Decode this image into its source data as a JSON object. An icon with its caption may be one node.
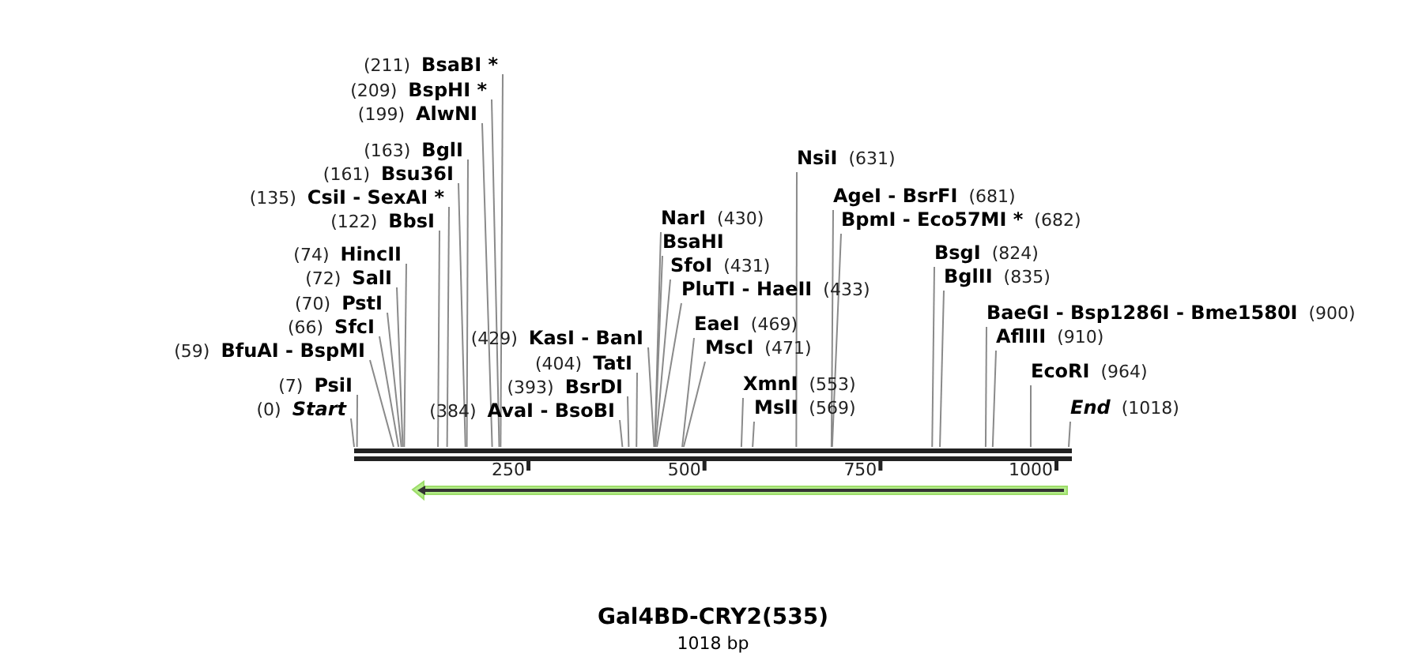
{
  "diagram": {
    "title": "Gal4BD-CRY2(535)",
    "caption": "1018 bp",
    "nodes": [
      {
        "text": [
          "(211)",
          "BsaBI *"
        ]
      },
      {
        "text": [
          "(209)",
          "BspHI *"
        ]
      },
      {
        "text": [
          "(199)",
          "AlwNI"
        ]
      },
      {
        "text": [
          "(163)",
          "BglI"
        ]
      },
      {
        "text": [
          "(161)",
          "Bsu36I"
        ]
      },
      {
        "text": [
          "(135)",
          "CsiI - SexAI *"
        ]
      },
      {
        "text": [
          "(122)",
          "BbsI"
        ]
      },
      {
        "text": [
          "(74)",
          "HincII"
        ]
      },
      {
        "text": [
          "(72)",
          "SalI"
        ]
      },
      {
        "text": [
          "(70)",
          "PstI"
        ]
      },
      {
        "text": [
          "(66)",
          "SfcI"
        ]
      },
      {
        "text": [
          "(59)",
          "BfuAI - BspMI"
        ]
      },
      {
        "text": [
          "(7)",
          "PsiI"
        ]
      },
      {
        "text": [
          "(0)",
          "Start"
        ]
      },
      {
        "text": [
          "(429)",
          "KasI - BanI"
        ]
      },
      {
        "text": [
          "(404)",
          "TatI"
        ]
      },
      {
        "text": [
          "(393)",
          "BsrDI"
        ]
      },
      {
        "text": [
          "(384)",
          "AvaI - BsoBI"
        ]
      },
      {
        "text": [
          "NarI",
          "(430)"
        ]
      },
      {
        "text": [
          "BsaHI"
        ]
      },
      {
        "text": [
          "SfoI",
          "(431)"
        ]
      },
      {
        "text": [
          "PluTI - HaeII",
          "(433)"
        ]
      },
      {
        "text": [
          "EaeI",
          "(469)"
        ]
      },
      {
        "text": [
          "MscI",
          "(471)"
        ]
      },
      {
        "text": [
          "XmnI",
          "(553)"
        ]
      },
      {
        "text": [
          "MslI",
          "(569)"
        ]
      },
      {
        "text": [
          "NsiI",
          "(631)"
        ]
      },
      {
        "text": [
          "AgeI - BsrFI",
          "(681)"
        ]
      },
      {
        "text": [
          "BpmI - Eco57MI *",
          "(682)"
        ]
      },
      {
        "text": [
          "BsgI",
          "(824)"
        ]
      },
      {
        "text": [
          "BglII",
          "(835)"
        ]
      },
      {
        "text": [
          "BaeGI - Bsp1286I - Bme1580I",
          "(900)"
        ]
      },
      {
        "text": [
          "AflIII",
          "(910)"
        ]
      },
      {
        "text": [
          "EcoRI",
          "(964)"
        ]
      },
      {
        "text": [
          "End",
          "(1018)"
        ]
      },
      {
        "text": [],
        "shape": "bar"
      },
      {
        "text": [],
        "shape": "arrow"
      }
    ],
    "edges": [
      {
        "from": 0,
        "to": 35,
        "arrow": "none"
      },
      {
        "from": 1,
        "to": 35,
        "arrow": "none"
      },
      {
        "from": 2,
        "to": 35,
        "arrow": "none"
      },
      {
        "from": 3,
        "to": 35,
        "arrow": "none"
      },
      {
        "from": 4,
        "to": 35,
        "arrow": "none"
      },
      {
        "from": 5,
        "to": 35,
        "arrow": "none"
      },
      {
        "from": 6,
        "to": 35,
        "arrow": "none"
      },
      {
        "from": 7,
        "to": 35,
        "arrow": "none"
      },
      {
        "from": 8,
        "to": 35,
        "arrow": "none"
      },
      {
        "from": 9,
        "to": 35,
        "arrow": "none"
      },
      {
        "from": 10,
        "to": 35,
        "arrow": "none"
      },
      {
        "from": 11,
        "to": 35,
        "arrow": "none"
      },
      {
        "from": 12,
        "to": 35,
        "arrow": "none"
      },
      {
        "from": 13,
        "to": 35,
        "arrow": "none"
      },
      {
        "from": 14,
        "to": 35,
        "arrow": "none"
      },
      {
        "from": 15,
        "to": 35,
        "arrow": "none"
      },
      {
        "from": 16,
        "to": 35,
        "arrow": "none"
      },
      {
        "from": 17,
        "to": 35,
        "arrow": "none"
      },
      {
        "from": 18,
        "to": 35,
        "arrow": "none"
      },
      {
        "from": 19,
        "to": 35,
        "arrow": "none"
      },
      {
        "from": 20,
        "to": 35,
        "arrow": "none"
      },
      {
        "from": 21,
        "to": 35,
        "arrow": "none"
      },
      {
        "from": 22,
        "to": 35,
        "arrow": "none"
      },
      {
        "from": 23,
        "to": 35,
        "arrow": "none"
      },
      {
        "from": 24,
        "to": 35,
        "arrow": "none"
      },
      {
        "from": 25,
        "to": 35,
        "arrow": "none"
      },
      {
        "from": 26,
        "to": 35,
        "arrow": "none"
      },
      {
        "from": 27,
        "to": 35,
        "arrow": "none"
      },
      {
        "from": 28,
        "to": 35,
        "arrow": "none"
      },
      {
        "from": 29,
        "to": 35,
        "arrow": "none"
      },
      {
        "from": 30,
        "to": 35,
        "arrow": "none"
      },
      {
        "from": 31,
        "to": 35,
        "arrow": "none"
      },
      {
        "from": 32,
        "to": 35,
        "arrow": "none"
      },
      {
        "from": 33,
        "to": 35,
        "arrow": "none"
      },
      {
        "from": 34,
        "to": 35,
        "arrow": "none"
      }
    ],
    "labels": [
      "250",
      "500",
      "750",
      "1000"
    ]
  }
}
